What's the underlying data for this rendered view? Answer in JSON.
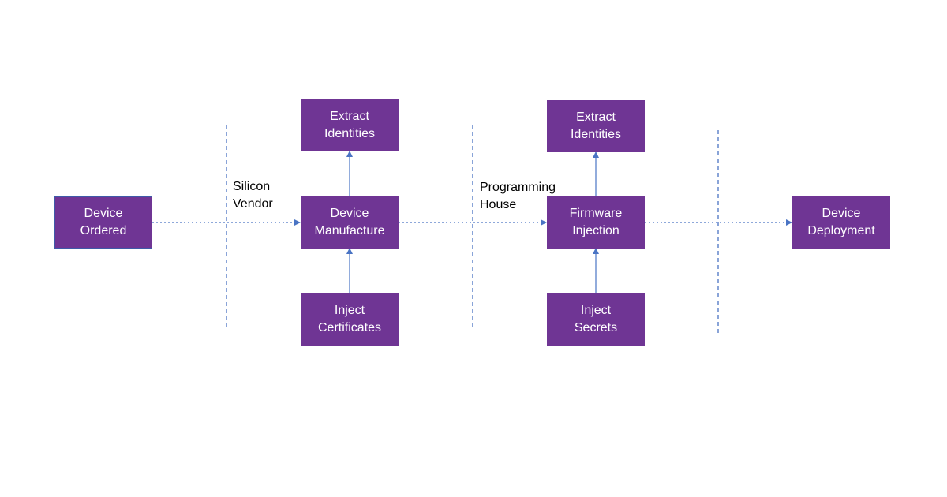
{
  "nodes": {
    "device_ordered": "Device\nOrdered",
    "extract_identities_1": "Extract\nIdentities",
    "device_manufacture": "Device\nManufacture",
    "inject_certificates": "Inject\nCertificates",
    "extract_identities_2": "Extract\nIdentities",
    "firmware_injection": "Firmware\nInjection",
    "inject_secrets": "Inject\nSecrets",
    "device_deployment": "Device\nDeployment"
  },
  "phases": {
    "silicon_vendor": "Silicon\nVendor",
    "programming_house": "Programming\nHouse"
  },
  "colors": {
    "box_fill": "#6f3594",
    "arrow": "#4a74c4",
    "divider": "#4a74c4"
  }
}
